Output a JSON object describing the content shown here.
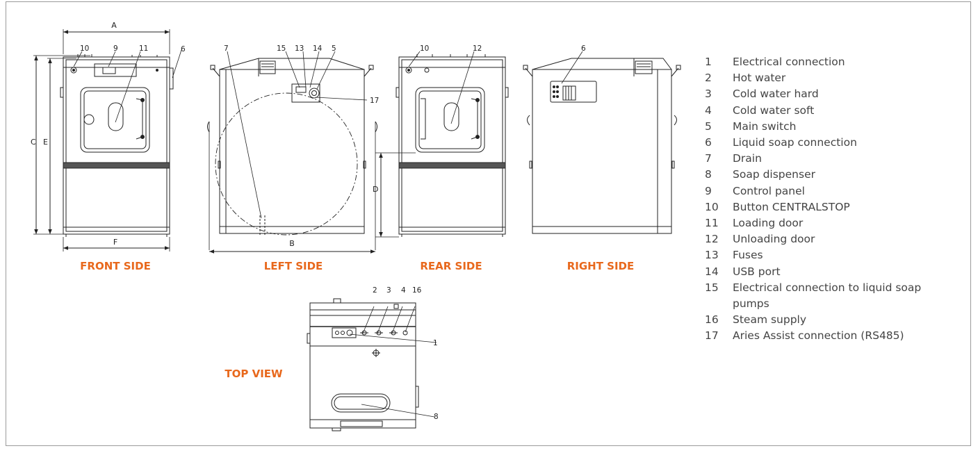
{
  "views": {
    "front": "FRONT SIDE",
    "left": "LEFT SIDE",
    "rear": "REAR SIDE",
    "right": "RIGHT SIDE",
    "top": "TOP VIEW"
  },
  "dimensions": {
    "A": "A",
    "B": "B",
    "C": "C",
    "D": "D",
    "E": "E",
    "F": "F"
  },
  "callouts": {
    "front": [
      "10",
      "9",
      "11",
      "6"
    ],
    "left": [
      "7",
      "15",
      "13",
      "14",
      "5",
      "17"
    ],
    "rear": [
      "10",
      "12"
    ],
    "right": [
      "6"
    ],
    "top": [
      "2",
      "3",
      "4",
      "16",
      "1",
      "8"
    ]
  },
  "legend": [
    {
      "num": "1",
      "text": "Electrical connection"
    },
    {
      "num": "2",
      "text": "Hot water"
    },
    {
      "num": "3",
      "text": "Cold water hard"
    },
    {
      "num": "4",
      "text": "Cold water soft"
    },
    {
      "num": "5",
      "text": "Main switch"
    },
    {
      "num": "6",
      "text": "Liquid soap connection"
    },
    {
      "num": "7",
      "text": "Drain"
    },
    {
      "num": "8",
      "text": "Soap dispenser"
    },
    {
      "num": "9",
      "text": "Control panel"
    },
    {
      "num": "10",
      "text": "Button CENTRALSTOP"
    },
    {
      "num": "11",
      "text": "Loading door"
    },
    {
      "num": "12",
      "text": "Unloading door"
    },
    {
      "num": "13",
      "text": "Fuses"
    },
    {
      "num": "14",
      "text": "USB port"
    },
    {
      "num": "15",
      "text": "Electrical connection to liquid soap pumps"
    },
    {
      "num": "16",
      "text": "Steam supply"
    },
    {
      "num": "17",
      "text": "Aries Assist connection (RS485)"
    }
  ]
}
